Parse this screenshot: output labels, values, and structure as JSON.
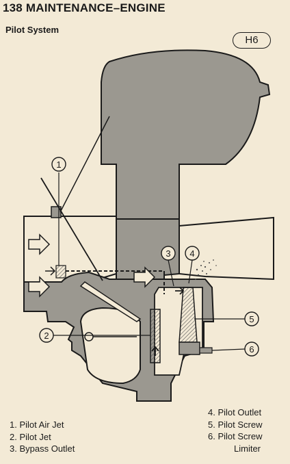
{
  "header": {
    "title": "138 MAINTENANCE–ENGINE"
  },
  "section": {
    "title": "Pilot System",
    "code": "H6"
  },
  "callouts": [
    "1",
    "2",
    "3",
    "4",
    "5",
    "6"
  ],
  "legend": {
    "left": [
      {
        "num": "1.",
        "label": "Pilot Air Jet"
      },
      {
        "num": "2.",
        "label": "Pilot Jet"
      },
      {
        "num": "3.",
        "label": "Bypass Outlet"
      }
    ],
    "right": [
      {
        "num": "4.",
        "label": "Pilot Outlet"
      },
      {
        "num": "5.",
        "label": "Pilot Screw"
      },
      {
        "num": "6.",
        "label": "Pilot Screw",
        "cont": "Limiter"
      }
    ]
  },
  "colors": {
    "paper": "#f3ead6",
    "body_fill": "#9b9890",
    "ink": "#1a1a1a"
  }
}
